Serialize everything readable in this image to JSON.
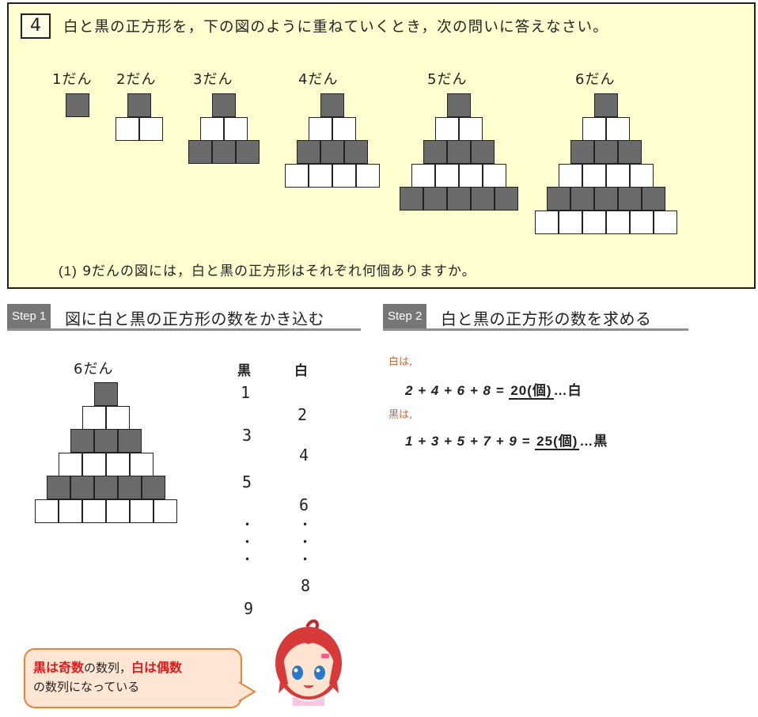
{
  "problem": {
    "number": "4",
    "statement": "白と黒の正方形を，下の図のように重ねていくとき，次の問いに答えなさい。",
    "stages": [
      {
        "label": "1だん",
        "levels": 1
      },
      {
        "label": "2だん",
        "levels": 2
      },
      {
        "label": "3だん",
        "levels": 3
      },
      {
        "label": "4だん",
        "levels": 4
      },
      {
        "label": "5だん",
        "levels": 5
      },
      {
        "label": "6だん",
        "levels": 6
      }
    ],
    "question_number": "(1)",
    "question": "9だんの図には，白と黒の正方形はそれぞれ何個ありますか。"
  },
  "step1": {
    "tag": "Step 1",
    "title": "図に白と黒の正方形の数をかき込む",
    "figure_label": "6だん",
    "figure_levels": 6,
    "black_header": "黒",
    "white_header": "白",
    "black_values": [
      "1",
      "3",
      "5",
      "9"
    ],
    "white_values": [
      "2",
      "4",
      "6",
      "8"
    ],
    "ellipsis": "•"
  },
  "step2": {
    "tag": "Step 2",
    "title": "白と黒の正方形の数を求める",
    "white_note": "白は,",
    "white_expr": "2 + 4 + 6 + 8 =",
    "white_answer": "20(個)",
    "white_suffix": "…白",
    "black_note": "黒は,",
    "black_expr": "1 + 3 + 5 + 7 + 9 =",
    "black_answer": "25(個)",
    "black_suffix": "…黒"
  },
  "speech": {
    "part1": "黒は奇数",
    "part2": "の数列，",
    "part3": "白は偶数",
    "part4": "の数列になっている"
  },
  "colors": {
    "box_background": "#ffffcf",
    "black_square": "#6b6b6b",
    "step_tag": "#767676",
    "note_orange": "#e0602a",
    "highlight_red": "#e01a1a"
  }
}
